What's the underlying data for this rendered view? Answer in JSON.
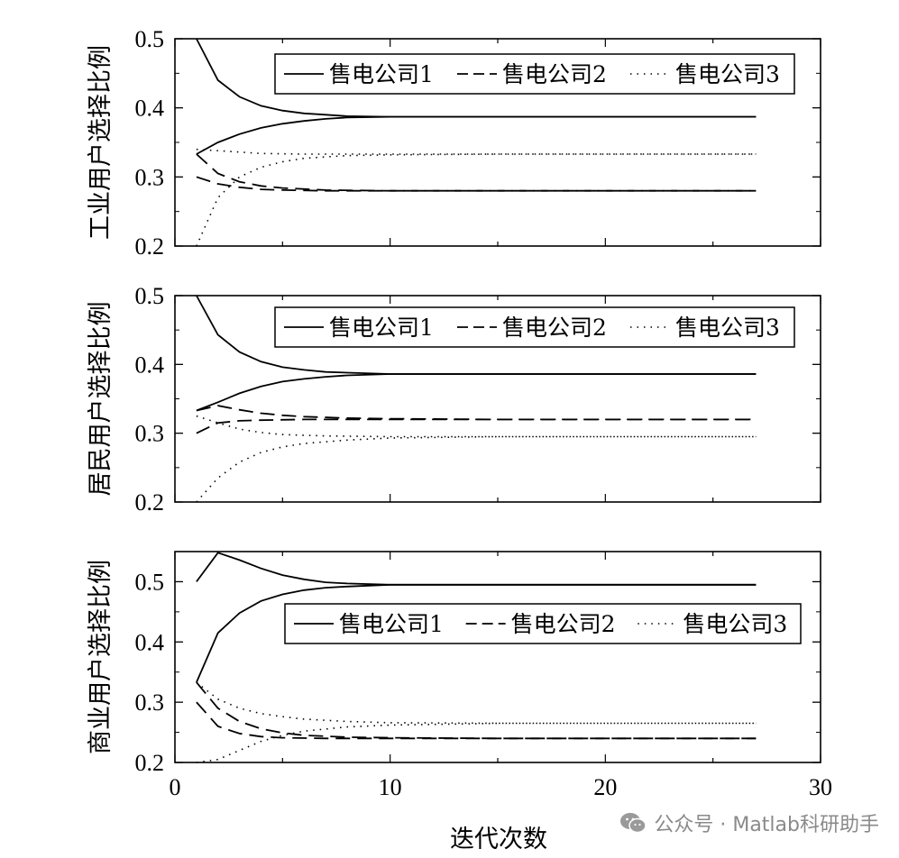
{
  "chart_data": [
    {
      "type": "line",
      "ylabel": "工业用户选择比例",
      "xlim": [
        0,
        30
      ],
      "ylim": [
        0.2,
        0.5
      ],
      "yticks": [
        "0.2",
        "0.3",
        "0.4",
        "0.5"
      ],
      "legend": "top-right",
      "series": [
        {
          "name": "售电公司1",
          "style": "solid",
          "values": [
            [
              1,
              0.333
            ],
            [
              2,
              0.35
            ],
            [
              3,
              0.362
            ],
            [
              4,
              0.371
            ],
            [
              5,
              0.377
            ],
            [
              6,
              0.381
            ],
            [
              7,
              0.384
            ],
            [
              8,
              0.386
            ],
            [
              10,
              0.387
            ],
            [
              15,
              0.387
            ],
            [
              20,
              0.387
            ],
            [
              27,
              0.387
            ]
          ]
        },
        {
          "name": "售电公司1",
          "style": "solid",
          "values": [
            [
              1,
              0.5
            ],
            [
              2,
              0.44
            ],
            [
              3,
              0.416
            ],
            [
              4,
              0.403
            ],
            [
              5,
              0.396
            ],
            [
              6,
              0.392
            ],
            [
              7,
              0.39
            ],
            [
              8,
              0.388
            ],
            [
              10,
              0.387
            ],
            [
              15,
              0.387
            ],
            [
              20,
              0.387
            ],
            [
              27,
              0.387
            ]
          ]
        },
        {
          "name": "售电公司2",
          "style": "dashed",
          "values": [
            [
              1,
              0.3
            ],
            [
              2,
              0.29
            ],
            [
              3,
              0.285
            ],
            [
              4,
              0.282
            ],
            [
              5,
              0.281
            ],
            [
              7,
              0.28
            ],
            [
              10,
              0.28
            ],
            [
              15,
              0.28
            ],
            [
              20,
              0.28
            ],
            [
              27,
              0.28
            ]
          ]
        },
        {
          "name": "售电公司2",
          "style": "dashed",
          "values": [
            [
              1,
              0.333
            ],
            [
              2,
              0.305
            ],
            [
              3,
              0.293
            ],
            [
              4,
              0.287
            ],
            [
              5,
              0.284
            ],
            [
              7,
              0.281
            ],
            [
              10,
              0.28
            ],
            [
              15,
              0.28
            ],
            [
              20,
              0.28
            ],
            [
              27,
              0.28
            ]
          ]
        },
        {
          "name": "售电公司3",
          "style": "dotted",
          "values": [
            [
              1,
              0.34
            ],
            [
              2,
              0.338
            ],
            [
              3,
              0.336
            ],
            [
              4,
              0.334
            ],
            [
              6,
              0.333
            ],
            [
              10,
              0.333
            ],
            [
              15,
              0.333
            ],
            [
              20,
              0.333
            ],
            [
              27,
              0.333
            ]
          ]
        },
        {
          "name": "售电公司3",
          "style": "dotted",
          "values": [
            [
              1,
              0.2
            ],
            [
              2,
              0.27
            ],
            [
              3,
              0.3
            ],
            [
              4,
              0.314
            ],
            [
              5,
              0.322
            ],
            [
              6,
              0.327
            ],
            [
              8,
              0.331
            ],
            [
              10,
              0.332
            ],
            [
              15,
              0.333
            ],
            [
              20,
              0.333
            ],
            [
              27,
              0.333
            ]
          ]
        }
      ]
    },
    {
      "type": "line",
      "ylabel": "居民用户选择比例",
      "xlim": [
        0,
        30
      ],
      "ylim": [
        0.2,
        0.5
      ],
      "yticks": [
        "0.2",
        "0.3",
        "0.4",
        "0.5"
      ],
      "legend": "top-right",
      "series": [
        {
          "name": "售电公司1",
          "style": "solid",
          "values": [
            [
              1,
              0.333
            ],
            [
              2,
              0.345
            ],
            [
              3,
              0.358
            ],
            [
              4,
              0.368
            ],
            [
              5,
              0.375
            ],
            [
              6,
              0.379
            ],
            [
              7,
              0.382
            ],
            [
              8,
              0.384
            ],
            [
              10,
              0.386
            ],
            [
              15,
              0.386
            ],
            [
              20,
              0.386
            ],
            [
              27,
              0.386
            ]
          ]
        },
        {
          "name": "售电公司1",
          "style": "solid",
          "values": [
            [
              1,
              0.5
            ],
            [
              2,
              0.443
            ],
            [
              3,
              0.418
            ],
            [
              4,
              0.404
            ],
            [
              5,
              0.396
            ],
            [
              6,
              0.392
            ],
            [
              7,
              0.389
            ],
            [
              8,
              0.388
            ],
            [
              10,
              0.386
            ],
            [
              15,
              0.386
            ],
            [
              20,
              0.386
            ],
            [
              27,
              0.386
            ]
          ]
        },
        {
          "name": "售电公司2",
          "style": "dashed",
          "values": [
            [
              1,
              0.3
            ],
            [
              2,
              0.315
            ],
            [
              3,
              0.318
            ],
            [
              4,
              0.319
            ],
            [
              6,
              0.32
            ],
            [
              10,
              0.32
            ],
            [
              15,
              0.32
            ],
            [
              20,
              0.32
            ],
            [
              27,
              0.32
            ]
          ]
        },
        {
          "name": "售电公司2",
          "style": "dashed",
          "values": [
            [
              1,
              0.333
            ],
            [
              2,
              0.34
            ],
            [
              3,
              0.334
            ],
            [
              4,
              0.329
            ],
            [
              5,
              0.326
            ],
            [
              6,
              0.324
            ],
            [
              8,
              0.322
            ],
            [
              10,
              0.321
            ],
            [
              15,
              0.32
            ],
            [
              20,
              0.32
            ],
            [
              27,
              0.32
            ]
          ]
        },
        {
          "name": "售电公司3",
          "style": "dotted",
          "values": [
            [
              1,
              0.325
            ],
            [
              2,
              0.315
            ],
            [
              3,
              0.306
            ],
            [
              4,
              0.301
            ],
            [
              5,
              0.298
            ],
            [
              7,
              0.296
            ],
            [
              10,
              0.295
            ],
            [
              15,
              0.295
            ],
            [
              20,
              0.295
            ],
            [
              27,
              0.295
            ]
          ]
        },
        {
          "name": "售电公司3",
          "style": "dotted",
          "values": [
            [
              1,
              0.2
            ],
            [
              2,
              0.235
            ],
            [
              3,
              0.258
            ],
            [
              4,
              0.272
            ],
            [
              5,
              0.28
            ],
            [
              6,
              0.285
            ],
            [
              8,
              0.29
            ],
            [
              10,
              0.293
            ],
            [
              15,
              0.295
            ],
            [
              20,
              0.295
            ],
            [
              27,
              0.295
            ]
          ]
        }
      ]
    },
    {
      "type": "line",
      "ylabel": "商业用户选择比例",
      "xlabel": "迭代次数",
      "xlim": [
        0,
        30
      ],
      "xticks": [
        "0",
        "10",
        "20",
        "30"
      ],
      "ylim": [
        0.2,
        0.55
      ],
      "yticks": [
        "0.2",
        "0.3",
        "0.4",
        "0.5"
      ],
      "legend": "top-right",
      "series": [
        {
          "name": "售电公司1",
          "style": "solid",
          "values": [
            [
              1,
              0.5
            ],
            [
              2,
              0.548
            ],
            [
              3,
              0.536
            ],
            [
              4,
              0.522
            ],
            [
              5,
              0.511
            ],
            [
              6,
              0.504
            ],
            [
              7,
              0.499
            ],
            [
              8,
              0.497
            ],
            [
              10,
              0.495
            ],
            [
              15,
              0.495
            ],
            [
              20,
              0.495
            ],
            [
              27,
              0.495
            ]
          ]
        },
        {
          "name": "售电公司1",
          "style": "solid",
          "values": [
            [
              1,
              0.333
            ],
            [
              2,
              0.415
            ],
            [
              3,
              0.448
            ],
            [
              4,
              0.468
            ],
            [
              5,
              0.479
            ],
            [
              6,
              0.486
            ],
            [
              7,
              0.49
            ],
            [
              8,
              0.492
            ],
            [
              10,
              0.495
            ],
            [
              15,
              0.495
            ],
            [
              20,
              0.495
            ],
            [
              27,
              0.495
            ]
          ]
        },
        {
          "name": "售电公司2",
          "style": "dashed",
          "values": [
            [
              1,
              0.3
            ],
            [
              2,
              0.26
            ],
            [
              3,
              0.248
            ],
            [
              4,
              0.243
            ],
            [
              5,
              0.241
            ],
            [
              7,
              0.24
            ],
            [
              10,
              0.24
            ],
            [
              15,
              0.24
            ],
            [
              20,
              0.24
            ],
            [
              27,
              0.24
            ]
          ]
        },
        {
          "name": "售电公司2",
          "style": "dashed",
          "values": [
            [
              1,
              0.333
            ],
            [
              2,
              0.29
            ],
            [
              3,
              0.268
            ],
            [
              4,
              0.256
            ],
            [
              5,
              0.249
            ],
            [
              6,
              0.245
            ],
            [
              8,
              0.242
            ],
            [
              10,
              0.241
            ],
            [
              15,
              0.24
            ],
            [
              20,
              0.24
            ],
            [
              27,
              0.24
            ]
          ]
        },
        {
          "name": "售电公司3",
          "style": "dotted",
          "values": [
            [
              1,
              0.333
            ],
            [
              2,
              0.305
            ],
            [
              3,
              0.29
            ],
            [
              4,
              0.281
            ],
            [
              5,
              0.276
            ],
            [
              6,
              0.272
            ],
            [
              8,
              0.268
            ],
            [
              10,
              0.266
            ],
            [
              15,
              0.265
            ],
            [
              20,
              0.265
            ],
            [
              27,
              0.265
            ]
          ]
        },
        {
          "name": "售电公司3",
          "style": "dotted",
          "values": [
            [
              1,
              0.2
            ],
            [
              2,
              0.205
            ],
            [
              3,
              0.22
            ],
            [
              4,
              0.235
            ],
            [
              5,
              0.245
            ],
            [
              6,
              0.252
            ],
            [
              8,
              0.259
            ],
            [
              10,
              0.262
            ],
            [
              15,
              0.265
            ],
            [
              20,
              0.265
            ],
            [
              27,
              0.265
            ]
          ]
        }
      ]
    }
  ],
  "watermark": {
    "text": "公众号 · Matlab科研助手",
    "icon": "wechat-icon",
    "color": "#8a8a8a"
  }
}
